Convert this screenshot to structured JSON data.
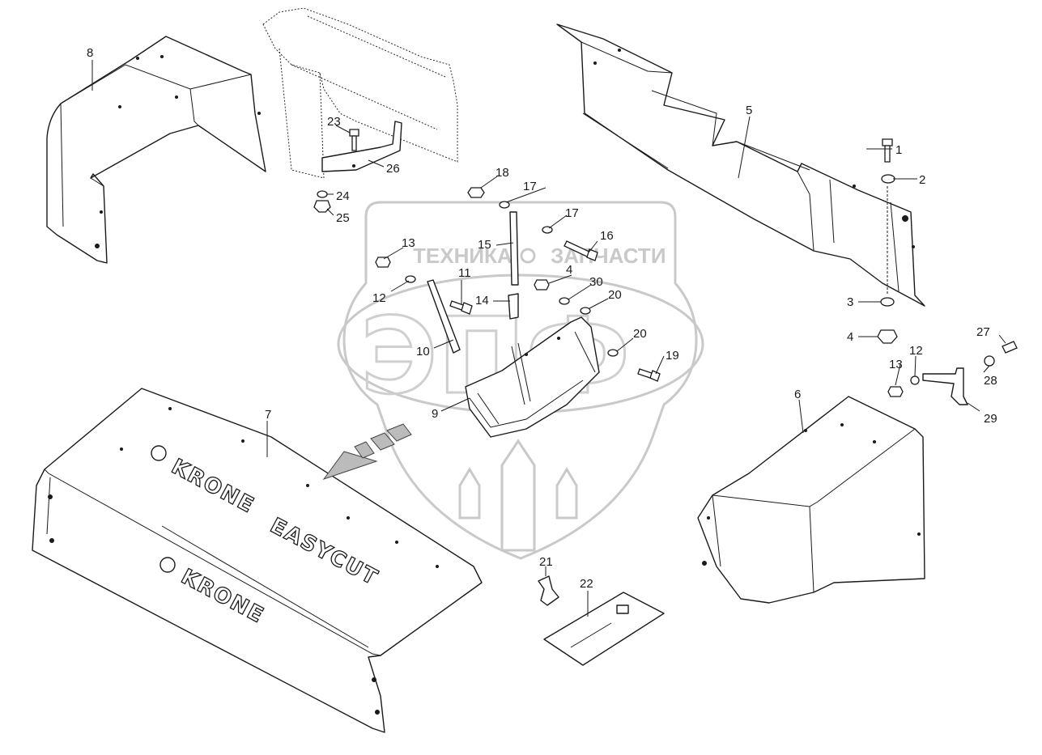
{
  "watermark": {
    "text_left": "ТЕХНИКА",
    "text_right": "ЗАПЧАСТИ",
    "big_text": "ЭПФ"
  },
  "decals": {
    "brand_top": "KRONE",
    "model": "EASYCUT",
    "brand_side": "KRONE"
  },
  "callouts": [
    {
      "id": "c1",
      "label": "1"
    },
    {
      "id": "c2",
      "label": "2"
    },
    {
      "id": "c3",
      "label": "3"
    },
    {
      "id": "c4a",
      "label": "4"
    },
    {
      "id": "c4b",
      "label": "4"
    },
    {
      "id": "c5",
      "label": "5"
    },
    {
      "id": "c6",
      "label": "6"
    },
    {
      "id": "c7",
      "label": "7"
    },
    {
      "id": "c8",
      "label": "8"
    },
    {
      "id": "c9",
      "label": "9"
    },
    {
      "id": "c10",
      "label": "10"
    },
    {
      "id": "c11",
      "label": "11"
    },
    {
      "id": "c12a",
      "label": "12"
    },
    {
      "id": "c12b",
      "label": "12"
    },
    {
      "id": "c13a",
      "label": "13"
    },
    {
      "id": "c13b",
      "label": "13"
    },
    {
      "id": "c14",
      "label": "14"
    },
    {
      "id": "c15",
      "label": "15"
    },
    {
      "id": "c16",
      "label": "16"
    },
    {
      "id": "c17a",
      "label": "17"
    },
    {
      "id": "c17b",
      "label": "17"
    },
    {
      "id": "c18",
      "label": "18"
    },
    {
      "id": "c19",
      "label": "19"
    },
    {
      "id": "c20a",
      "label": "20"
    },
    {
      "id": "c20b",
      "label": "20"
    },
    {
      "id": "c21",
      "label": "21"
    },
    {
      "id": "c22",
      "label": "22"
    },
    {
      "id": "c23",
      "label": "23"
    },
    {
      "id": "c24",
      "label": "24"
    },
    {
      "id": "c25",
      "label": "25"
    },
    {
      "id": "c26",
      "label": "26"
    },
    {
      "id": "c27",
      "label": "27"
    },
    {
      "id": "c28",
      "label": "28"
    },
    {
      "id": "c29",
      "label": "29"
    },
    {
      "id": "c30",
      "label": "30"
    }
  ]
}
